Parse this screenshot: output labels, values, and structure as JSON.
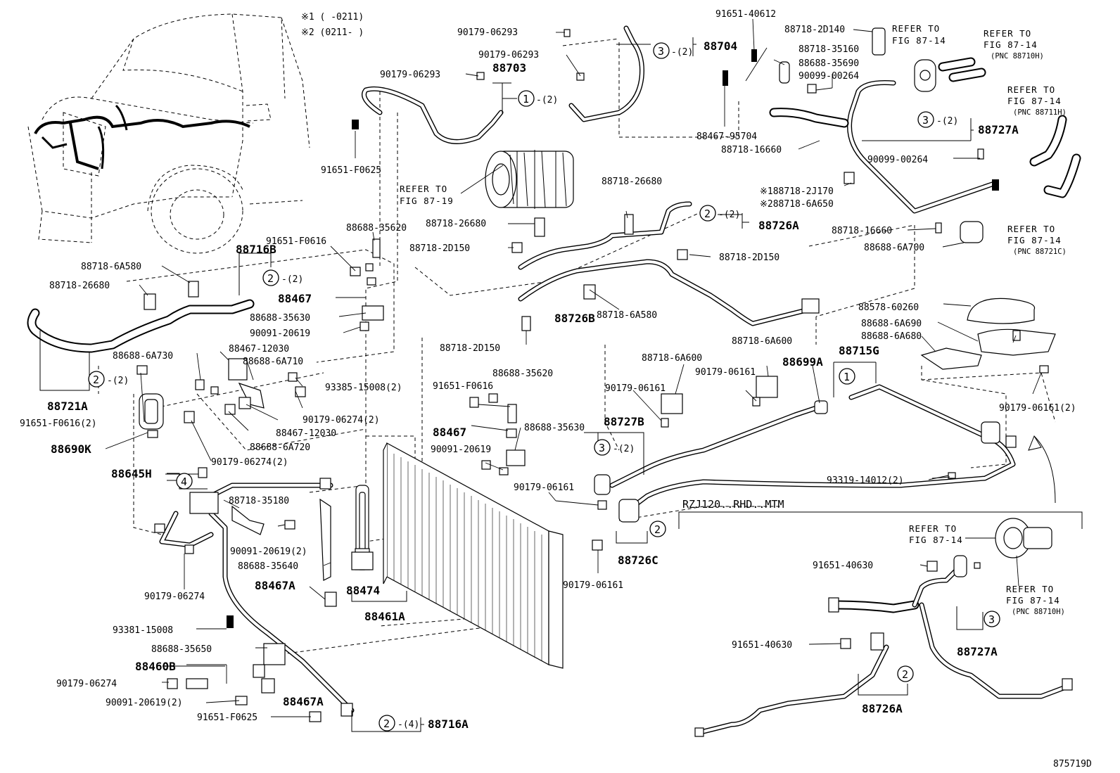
{
  "notes": {
    "n1": "※1 (     -0211)",
    "n2": "※2 (0211-      )"
  },
  "figure_id": "875719D",
  "callouts": {
    "c1": "1",
    "c2": "2",
    "c3": "3",
    "c4": "4",
    "q2": "-(2)",
    "q4": "-(4)"
  },
  "labels": {
    "p90179_06293_a": "90179-06293",
    "p90179_06293_b": "90179-06293",
    "p90179_06293_c": "90179-06293",
    "p88703": "88703",
    "p91651_F0625_a": "91651-F0625",
    "p88704": "88704",
    "p91651_40612": "91651-40612",
    "p88718_2D140": "88718-2D140",
    "p88718_35160": "88718-35160",
    "p88688_35690": "88688-35690",
    "p90099_00264_a": "90099-00264",
    "p88467_95704": "88467-95704",
    "p88718_16660_a": "88718-16660",
    "p88727A_a": "88727A",
    "p90099_00264_b": "90099-00264",
    "p88718_26680_a": "88718-26680",
    "p88718_2J170": "※188718-2J170",
    "p88718_6A650": "※288718-6A650",
    "p88726A_a": "88726A",
    "p88718_26680_b": "88718-26680",
    "p88718_2D150_a": "88718-2D150",
    "p88718_2D150_b": "88718-2D150",
    "p88718_16660_b": "88718-16660",
    "p88688_6A700": "88688-6A700",
    "p88688_35620_a": "88688-35620",
    "p91651_F0616_a": "91651-F0616",
    "p88716B": "88716B",
    "p88718_6A580_a": "88718-6A580",
    "p88718_26680_c": "88718-26680",
    "p88467_a": "88467",
    "p88688_35630_a": "88688-35630",
    "p90091_20619_a": "90091-20619",
    "p88726B": "88726B",
    "p88718_6A580_b": "88718-6A580",
    "p88718_2D150_c": "88718-2D150",
    "p88578_60260": "88578-60260",
    "p88688_6A690": "88688-6A690",
    "p88688_6A680": "88688-6A680",
    "p88715G": "88715G",
    "p88718_6A600_a": "88718-6A600",
    "p88718_6A600_b": "88718-6A600",
    "p88699A": "88699A",
    "p90179_06161_a": "90179-06161",
    "p90179_06161_b": "90179-06161",
    "p90179_06161_2": "90179-06161(2)",
    "p88688_6A730": "88688-6A730",
    "p88467_12030_a": "88467-12030",
    "p88688_6A710": "88688-6A710",
    "p93385_15008": "93385-15008(2)",
    "p88721A": "88721A",
    "p91651_F0616_2": "91651-F0616(2)",
    "p90179_06274_2a": "90179-06274(2)",
    "p88467_12030_b": "88467-12030",
    "p88688_6A720": "88688-6A720",
    "p88690K": "88690K",
    "p90179_06274_2b": "90179-06274(2)",
    "p88645H": "88645H",
    "p88688_35620_b": "88688-35620",
    "p91651_F0616_b": "91651-F0616",
    "p88467_b": "88467",
    "p88688_35630_b": "88688-35630",
    "p90091_20619_b": "90091-20619",
    "p88727B": "88727B",
    "p90179_06161_c": "90179-06161",
    "p93319_14012": "93319-14012(2)",
    "p88718_35180": "88718-35180",
    "p90091_20619_2a": "90091-20619(2)",
    "p88688_35640": "88688-35640",
    "p88467A_a": "88467A",
    "p88474": "88474",
    "p88461A": "88461A",
    "p88726C": "88726C",
    "p90179_06161_d": "90179-06161",
    "p90179_06274_a": "90179-06274",
    "p93381_15008": "93381-15008",
    "p88688_35650": "88688-35650",
    "p88460B": "88460B",
    "p90179_06274_b": "90179-06274",
    "p90091_20619_2b": "90091-20619(2)",
    "p88467A_b": "88467A",
    "p91651_F0625_b": "91651-F0625",
    "p88716A": "88716A",
    "p91651_40630_a": "91651-40630",
    "p91651_40630_b": "91651-40630",
    "p88727A_b": "88727A",
    "p88726A_b": "88726A"
  },
  "refer": {
    "r_87_19": [
      "REFER TO",
      "FIG 87-19"
    ],
    "r_87_14_a": [
      "REFER TO",
      "FIG 87-14"
    ],
    "r_87_14_b": [
      "REFER TO",
      "FIG 87-14",
      "(PNC 88710H)"
    ],
    "r_87_14_c": [
      "REFER TO",
      "FIG 87-14",
      "(PNC 88711H)"
    ],
    "r_87_14_d": [
      "REFER TO",
      "FIG 87-14",
      "(PNC 88721C)"
    ],
    "r_87_14_e": [
      "REFER TO",
      "FIG 87-14"
    ],
    "r_87_14_f": [
      "REFER TO",
      "FIG 87-14",
      "(PNC 88710H)"
    ]
  },
  "variant": {
    "title": "RZJ120..RHD..MTM"
  }
}
